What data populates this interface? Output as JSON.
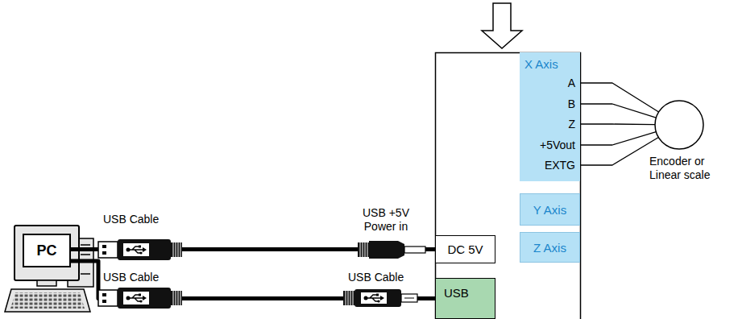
{
  "diagram": {
    "nodes": [
      {
        "text": [
          "PC"
        ]
      },
      {
        "text": [
          "X Axis",
          "A",
          "B",
          "Z",
          "+5Vout",
          "EXTG"
        ]
      },
      {
        "text": [
          "Y Axis"
        ]
      },
      {
        "text": [
          "Z Axis"
        ]
      },
      {
        "text": [
          "DC 5V"
        ]
      },
      {
        "text": [
          "USB"
        ]
      },
      {
        "text": [
          "Encoder or Linear scale"
        ]
      }
    ],
    "edges": [
      {
        "from": 0,
        "to": 4,
        "arrow": "none"
      },
      {
        "from": 0,
        "to": 5,
        "arrow": "none"
      },
      {
        "from": 1,
        "to": 6,
        "arrow": "none"
      },
      {
        "from": 1,
        "to": 6,
        "arrow": "none"
      },
      {
        "from": 1,
        "to": 6,
        "arrow": "none"
      },
      {
        "from": 1,
        "to": 6,
        "arrow": "none"
      },
      {
        "from": 1,
        "to": 6,
        "arrow": "none"
      }
    ],
    "labels": [
      "USB Cable",
      "USB +5V Power in",
      "USB Cable",
      "USB Cable"
    ]
  }
}
